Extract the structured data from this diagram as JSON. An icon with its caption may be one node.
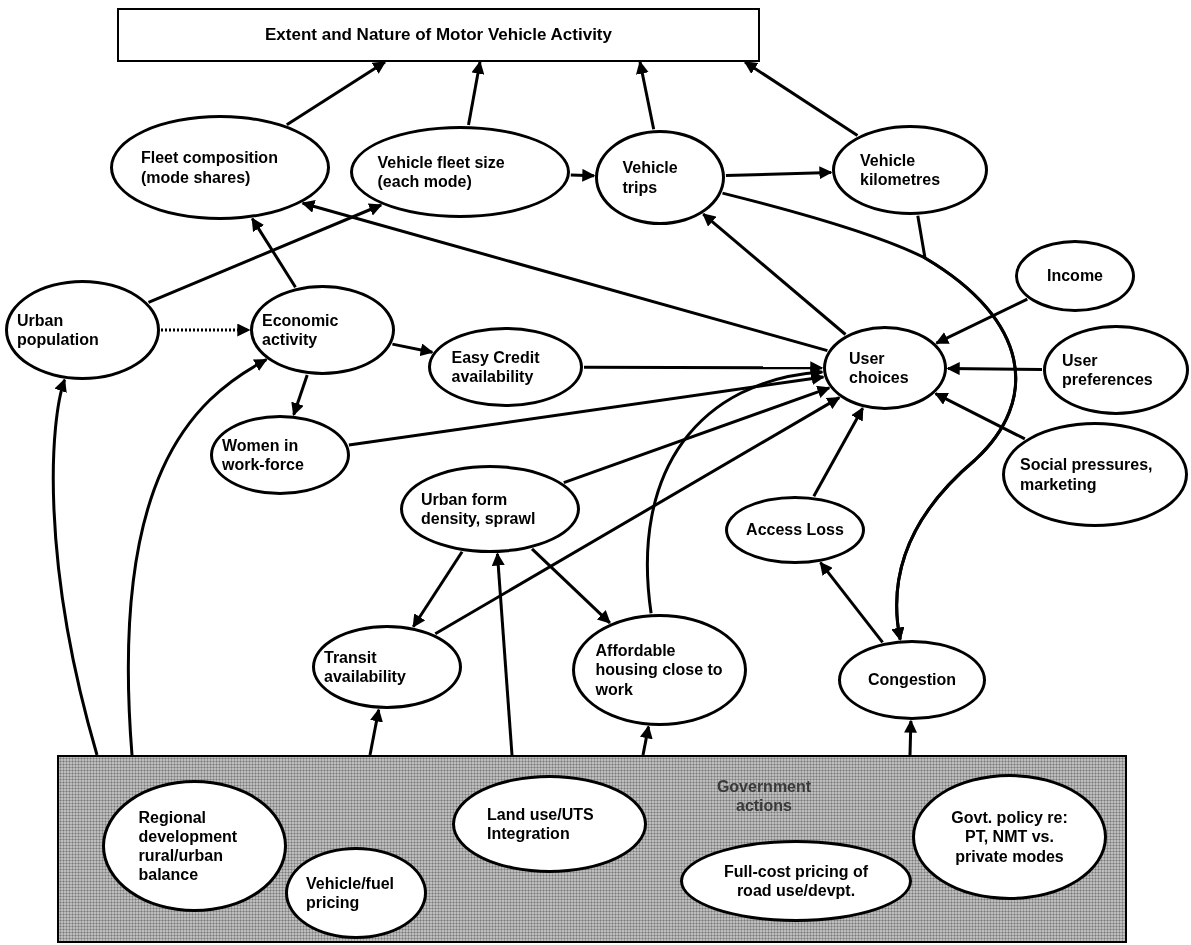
{
  "diagram": {
    "nodes": [
      {
        "text": [
          "Extent and Nature of Motor Vehicle Activity"
        ]
      },
      {
        "text": [
          "Fleet composition (mode shares)"
        ]
      },
      {
        "text": [
          "Vehicle fleet size (each mode)"
        ]
      },
      {
        "text": [
          "Vehicle trips"
        ]
      },
      {
        "text": [
          "Vehicle kilometres"
        ]
      },
      {
        "text": [
          "Urban population"
        ]
      },
      {
        "text": [
          "Economic activity"
        ]
      },
      {
        "text": [
          "Easy Credit availability"
        ]
      },
      {
        "text": [
          "Women in work-force"
        ]
      },
      {
        "text": [
          "User choices"
        ]
      },
      {
        "text": [
          "Income"
        ]
      },
      {
        "text": [
          "User preferences"
        ]
      },
      {
        "text": [
          "Social pressures, marketing"
        ]
      },
      {
        "text": [
          "Urban form density, sprawl"
        ]
      },
      {
        "text": [
          "Access Loss"
        ]
      },
      {
        "text": [
          "Transit availability"
        ]
      },
      {
        "text": [
          "Affordable housing close to work"
        ]
      },
      {
        "text": [
          "Congestion"
        ]
      },
      {
        "text": [
          "Government actions"
        ]
      },
      {
        "text": [
          "Regional development rural/urban balance"
        ],
        "in": 18
      },
      {
        "text": [
          "Vehicle/fuel pricing"
        ],
        "in": 18
      },
      {
        "text": [
          "Land use/UTS Integration"
        ],
        "in": 18
      },
      {
        "text": [
          "Full-cost pricing of road use/devpt."
        ],
        "in": 18
      },
      {
        "text": [
          "Govt. policy re: PT, NMT vs. private modes"
        ],
        "in": 18
      }
    ],
    "edges": [
      {
        "from": 1,
        "to": 0,
        "arrow": "to"
      },
      {
        "from": 2,
        "to": 0,
        "arrow": "to"
      },
      {
        "from": 3,
        "to": 0,
        "arrow": "to"
      },
      {
        "from": 4,
        "to": 0,
        "arrow": "to"
      },
      {
        "from": 2,
        "to": 3,
        "arrow": "to"
      },
      {
        "from": 3,
        "to": 4,
        "arrow": "to"
      },
      {
        "from": 9,
        "to": 1,
        "arrow": "to"
      },
      {
        "from": 5,
        "to": 2,
        "arrow": "to"
      },
      {
        "from": 6,
        "to": 1,
        "arrow": "to"
      },
      {
        "from": 5,
        "to": 6,
        "arrow": "to",
        "style": "dashed"
      },
      {
        "from": 6,
        "to": 7,
        "arrow": "to"
      },
      {
        "from": 6,
        "to": 8,
        "arrow": "to"
      },
      {
        "from": 7,
        "to": 9,
        "arrow": "to"
      },
      {
        "from": 8,
        "to": 9,
        "arrow": "to"
      },
      {
        "from": 10,
        "to": 9,
        "arrow": "to"
      },
      {
        "from": 11,
        "to": 9,
        "arrow": "to"
      },
      {
        "from": 12,
        "to": 9,
        "arrow": "to"
      },
      {
        "from": 9,
        "to": 3,
        "arrow": "to"
      },
      {
        "from": 3,
        "to": 17,
        "arrow": "to"
      },
      {
        "from": 4,
        "to": 17,
        "arrow": "to"
      },
      {
        "from": 13,
        "to": 9,
        "arrow": "to"
      },
      {
        "from": 15,
        "to": 9,
        "arrow": "to"
      },
      {
        "from": 16,
        "to": 9,
        "arrow": "to"
      },
      {
        "from": 14,
        "to": 9,
        "arrow": "to"
      },
      {
        "from": 17,
        "to": 14,
        "arrow": "to"
      },
      {
        "from": 13,
        "to": 15,
        "arrow": "to"
      },
      {
        "from": 13,
        "to": 16,
        "arrow": "to"
      },
      {
        "from": 18,
        "to": 5,
        "arrow": "to"
      },
      {
        "from": 18,
        "to": 6,
        "arrow": "to"
      },
      {
        "from": 18,
        "to": 15,
        "arrow": "to"
      },
      {
        "from": 18,
        "to": 13,
        "arrow": "to"
      },
      {
        "from": 18,
        "to": 16,
        "arrow": "to"
      },
      {
        "from": 18,
        "to": 17,
        "arrow": "to"
      }
    ]
  }
}
